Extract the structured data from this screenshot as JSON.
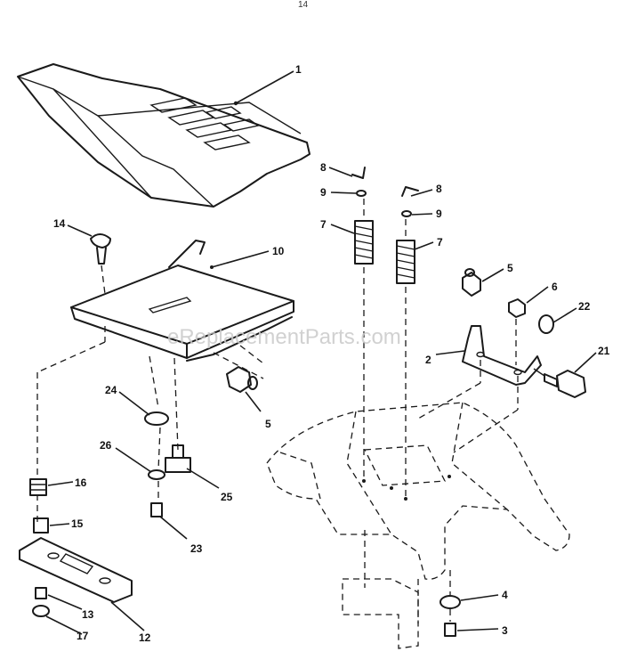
{
  "header_mark": "14",
  "watermark": "eReplacementParts.com",
  "callouts": [
    "1",
    "8",
    "9",
    "8",
    "9",
    "7",
    "7",
    "14",
    "10",
    "5",
    "6",
    "22",
    "2",
    "21",
    "24",
    "5",
    "26",
    "25",
    "16",
    "15",
    "23",
    "4",
    "3",
    "13",
    "12",
    "17"
  ]
}
